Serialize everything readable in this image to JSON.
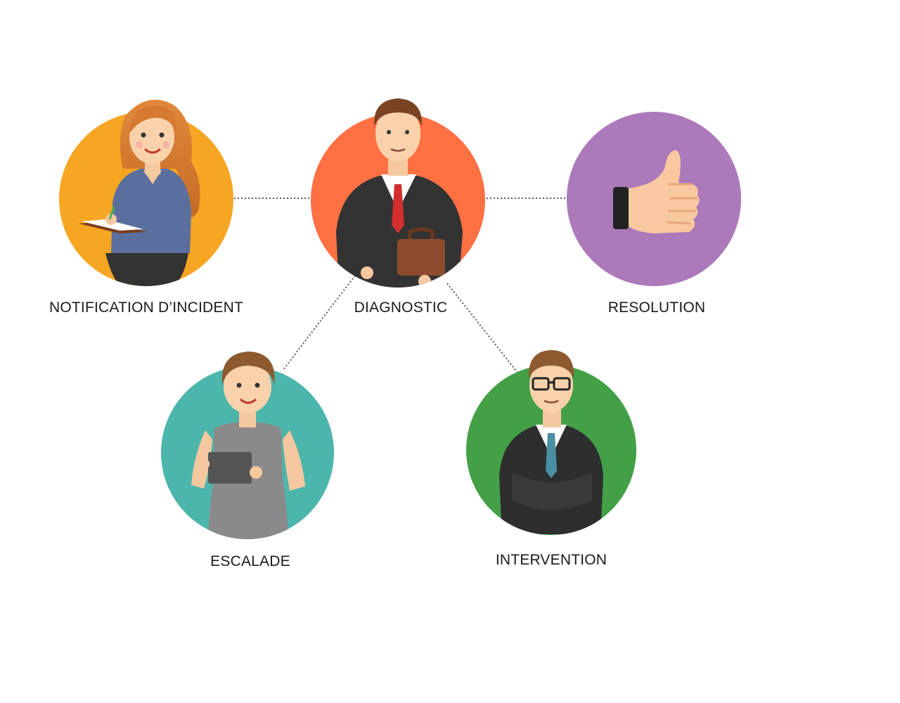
{
  "nodes": [
    {
      "id": "notification",
      "label": "NOTIFICATION D’INCIDENT",
      "color": "#F6A623",
      "figure": "woman-with-notebook-icon"
    },
    {
      "id": "diagnostic",
      "label": "DIAGNOSTIC",
      "color": "#FF7043",
      "figure": "man-with-briefcase-icon"
    },
    {
      "id": "resolution",
      "label": "RESOLUTION",
      "color": "#AC79BB",
      "figure": "thumbs-up-icon"
    },
    {
      "id": "escalade",
      "label": "ESCALADE",
      "color": "#4DB6AC",
      "figure": "woman-with-tablet-icon"
    },
    {
      "id": "intervention",
      "label": "INTERVENTION",
      "color": "#43A047",
      "figure": "man-with-glasses-icon"
    }
  ],
  "connections": [
    {
      "from": "notification",
      "to": "diagnostic"
    },
    {
      "from": "diagnostic",
      "to": "resolution"
    },
    {
      "from": "diagnostic",
      "to": "escalade"
    },
    {
      "from": "diagnostic",
      "to": "intervention"
    }
  ],
  "connector_color": "#555555"
}
